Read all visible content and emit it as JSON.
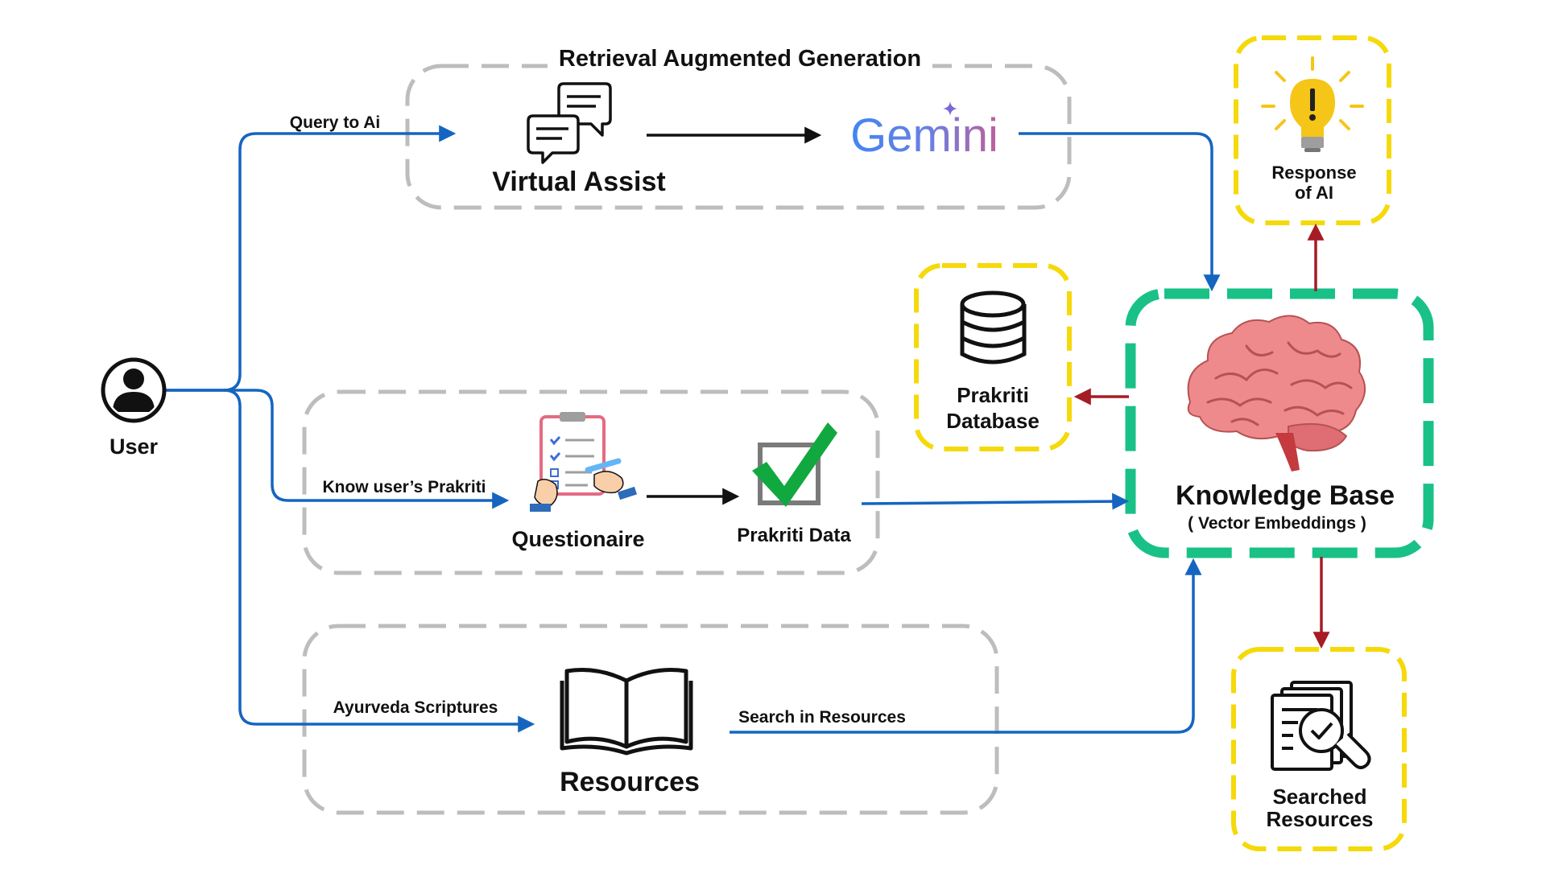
{
  "user": {
    "label": "User"
  },
  "rag": {
    "title": "Retrieval Augmented Generation",
    "virtual_assist": "Virtual Assist",
    "gemini": "Gemini"
  },
  "questionnaire": {
    "label": "Questionaire",
    "prakriti_data": "Prakriti Data"
  },
  "resources": {
    "label": "Resources"
  },
  "edges": {
    "query": "Query to Ai",
    "know": "Know user’s Prakriti",
    "scriptures": "Ayurveda Scriptures",
    "search": "Search in Resources"
  },
  "knowledge_base": {
    "title": "Knowledge Base",
    "subtitle": "( Vector Embeddings )"
  },
  "database": {
    "line1": "Prakriti",
    "line2": "Database"
  },
  "response": {
    "line1": "Response",
    "line2": "of  AI"
  },
  "searched": {
    "line1": "Searched",
    "line2": "Resources"
  },
  "colors": {
    "blue_arrow": "#1565C0",
    "red_arrow": "#A51C24",
    "black_arrow": "#111111",
    "gray_dash": "#BDBDBD",
    "yellow_dash": "#F5D90A",
    "green_dash": "#19C187",
    "gemini_blue": "#4285F4",
    "gemini_pink": "#B06AB3",
    "check_green": "#11A83F",
    "brain_pink": "#EF8A8C"
  },
  "icons": [
    "user-icon",
    "chat-icon",
    "gemini-logo",
    "clipboard-icon",
    "checkbox-icon",
    "book-icon",
    "database-icon",
    "lightbulb-icon",
    "brain-icon",
    "document-search-icon"
  ]
}
